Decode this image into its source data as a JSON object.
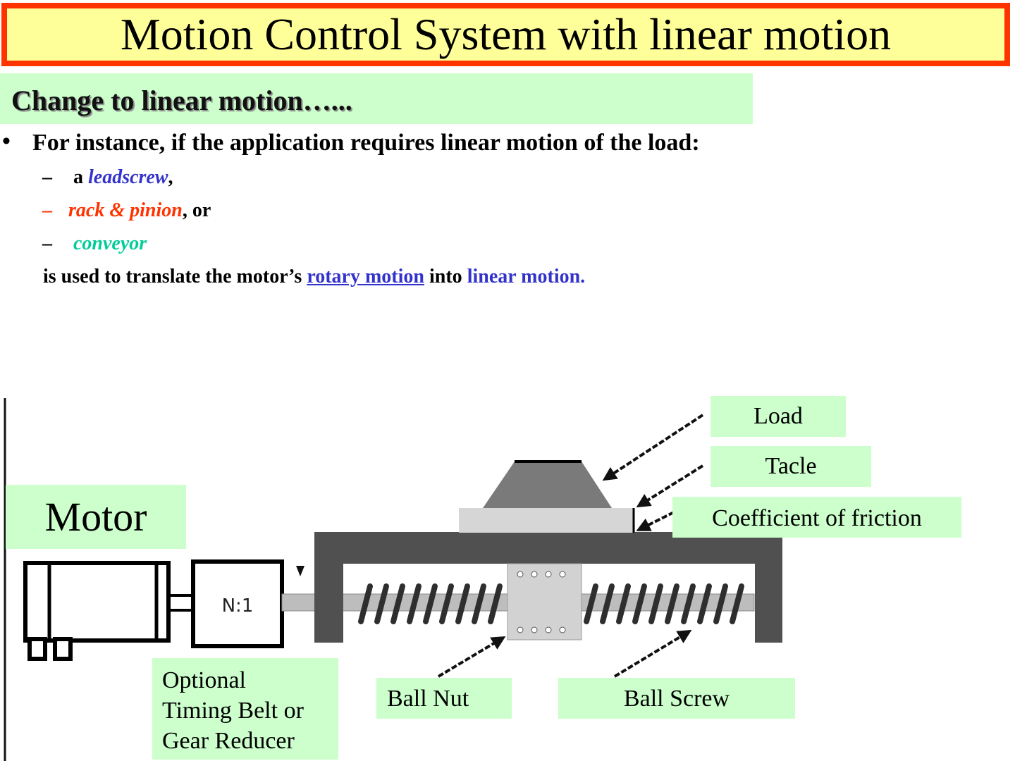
{
  "title": "Motion Control System with linear motion",
  "subtitle": "Change to linear motion…...",
  "bullet": {
    "symbol": "•",
    "text": "For instance, if the application requires linear motion of the load:"
  },
  "sub_items": [
    {
      "dash": "–",
      "prefix": "a ",
      "term": "leadscrew",
      "suffix": ","
    },
    {
      "dash": "–",
      "prefix": "",
      "term": "rack & pinion",
      "suffix": ", or"
    },
    {
      "dash": "–",
      "prefix": "",
      "term": "conveyor",
      "suffix": ""
    }
  ],
  "summary": {
    "before": "is used to translate the motor’s ",
    "link": "rotary motion",
    "middle": " into ",
    "end": "linear motion."
  },
  "diagram": {
    "motor_label": "Motor",
    "gear_ratio": "N:1",
    "labels": {
      "load": "Load",
      "tacle": "Tacle",
      "friction": "Coefficient of friction",
      "optional": [
        "Optional",
        "Timing Belt or",
        "Gear Reducer"
      ],
      "ball_nut": "Ball Nut",
      "ball_screw": "Ball Screw"
    }
  },
  "colors": {
    "title_border": "#ff3300",
    "title_fill": "#ffff99",
    "label_fill": "#ccffcc",
    "blue": "#3333cc",
    "orange": "#ff3300",
    "teal": "#00cc99"
  }
}
